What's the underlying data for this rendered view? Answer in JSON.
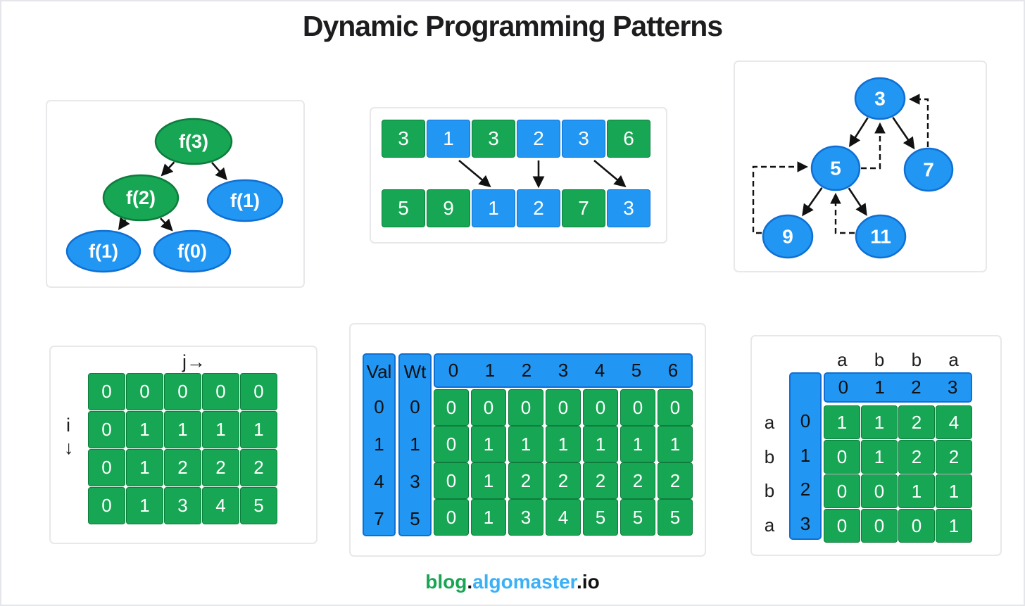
{
  "title": "Dynamic Programming Patterns",
  "colors": {
    "green": "#17a653",
    "green_border": "#0d7c3d",
    "blue": "#2196f3",
    "blue_border": "#0f6fd2",
    "arrow": "#111111",
    "footer_green": "#17a653",
    "footer_blue": "#3ab0f7",
    "footer_dark": "#111111"
  },
  "footer": {
    "parts": [
      {
        "text": "blog",
        "color_key": "footer_green"
      },
      {
        "text": ".",
        "color_key": "footer_dark"
      },
      {
        "text": "algomaster",
        "color_key": "footer_blue"
      },
      {
        "text": ".",
        "color_key": "footer_dark"
      },
      {
        "text": "io",
        "color_key": "footer_dark"
      }
    ]
  },
  "recursion_tree": {
    "nodes": [
      {
        "id": "f3",
        "label": "f(3)",
        "color": "green"
      },
      {
        "id": "f2",
        "label": "f(2)",
        "color": "green"
      },
      {
        "id": "f1r",
        "label": "f(1)",
        "color": "blue"
      },
      {
        "id": "f1l",
        "label": "f(1)",
        "color": "blue"
      },
      {
        "id": "f0",
        "label": "f(0)",
        "color": "blue"
      }
    ],
    "edges": [
      [
        "f3",
        "f2"
      ],
      [
        "f3",
        "f1r"
      ],
      [
        "f2",
        "f1l"
      ],
      [
        "f2",
        "f0"
      ]
    ]
  },
  "arrays": {
    "row1": [
      {
        "v": "3",
        "c": "green"
      },
      {
        "v": "1",
        "c": "blue"
      },
      {
        "v": "3",
        "c": "green"
      },
      {
        "v": "2",
        "c": "blue"
      },
      {
        "v": "3",
        "c": "blue"
      },
      {
        "v": "6",
        "c": "green"
      }
    ],
    "row2": [
      {
        "v": "5",
        "c": "green"
      },
      {
        "v": "9",
        "c": "green"
      },
      {
        "v": "1",
        "c": "blue"
      },
      {
        "v": "2",
        "c": "blue"
      },
      {
        "v": "7",
        "c": "green"
      },
      {
        "v": "3",
        "c": "blue"
      }
    ],
    "arrows": [
      {
        "from": 1,
        "to": 2,
        "type": "diagonal"
      },
      {
        "from": 3,
        "to": 3,
        "type": "straight"
      },
      {
        "from": 4,
        "to": 5,
        "type": "diagonal"
      }
    ]
  },
  "dfs_tree": {
    "nodes": [
      {
        "id": "n3",
        "label": "3"
      },
      {
        "id": "n5",
        "label": "5"
      },
      {
        "id": "n7",
        "label": "7"
      },
      {
        "id": "n9",
        "label": "9"
      },
      {
        "id": "n11",
        "label": "11"
      }
    ],
    "solid_edges": [
      [
        "n3",
        "n5"
      ],
      [
        "n3",
        "n7"
      ],
      [
        "n5",
        "n9"
      ],
      [
        "n5",
        "n11"
      ]
    ],
    "dashed_returns": [
      [
        "n5",
        "n3"
      ],
      [
        "n7",
        "n3"
      ],
      [
        "n9",
        "n5"
      ],
      [
        "n11",
        "n5"
      ]
    ]
  },
  "grid_panel": {
    "j_label": "j→",
    "i_label": "i",
    "i_arrow": "↓",
    "rows": [
      [
        "0",
        "0",
        "0",
        "0",
        "0"
      ],
      [
        "0",
        "1",
        "1",
        "1",
        "1"
      ],
      [
        "0",
        "1",
        "2",
        "2",
        "2"
      ],
      [
        "0",
        "1",
        "3",
        "4",
        "5"
      ]
    ]
  },
  "knapsack": {
    "val_header": "Val",
    "wt_header": "Wt",
    "val": [
      "0",
      "1",
      "4",
      "7"
    ],
    "wt": [
      "0",
      "1",
      "3",
      "5"
    ],
    "cap_header": [
      "0",
      "1",
      "2",
      "3",
      "4",
      "5",
      "6"
    ],
    "rows": [
      [
        "0",
        "0",
        "0",
        "0",
        "0",
        "0",
        "0"
      ],
      [
        "0",
        "1",
        "1",
        "1",
        "1",
        "1",
        "1"
      ],
      [
        "0",
        "1",
        "2",
        "2",
        "2",
        "2",
        "2"
      ],
      [
        "0",
        "1",
        "3",
        "4",
        "5",
        "5",
        "5"
      ]
    ]
  },
  "lcs": {
    "top_labels": [
      "a",
      "b",
      "b",
      "a"
    ],
    "left_labels": [
      "a",
      "b",
      "b",
      "a"
    ],
    "col_index": [
      "0",
      "1",
      "2",
      "3"
    ],
    "row_index": [
      "0",
      "1",
      "2",
      "3"
    ],
    "rows": [
      [
        "1",
        "1",
        "2",
        "4"
      ],
      [
        "0",
        "1",
        "2",
        "2"
      ],
      [
        "0",
        "0",
        "1",
        "1"
      ],
      [
        "0",
        "0",
        "0",
        "1"
      ]
    ]
  }
}
